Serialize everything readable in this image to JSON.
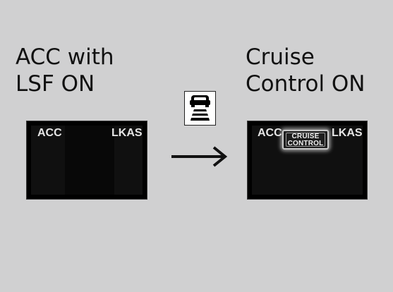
{
  "left": {
    "heading_line1": "ACC with",
    "heading_line2": "LSF ON",
    "display": {
      "left_label": "ACC",
      "right_label": "LKAS"
    }
  },
  "right": {
    "heading_line1": "Cruise",
    "heading_line2": "Control ON",
    "display": {
      "left_label": "ACC",
      "right_label": "LKAS",
      "badge_line1": "CRUISE",
      "badge_line2": "CONTROL"
    }
  },
  "icons": {
    "mode_icon": "car-following-icon",
    "transition": "right-arrow-icon"
  },
  "colors": {
    "background": "#d0d0d1",
    "panel": "#000000",
    "text_dark": "#111111",
    "display_text": "#e6e6e6"
  }
}
